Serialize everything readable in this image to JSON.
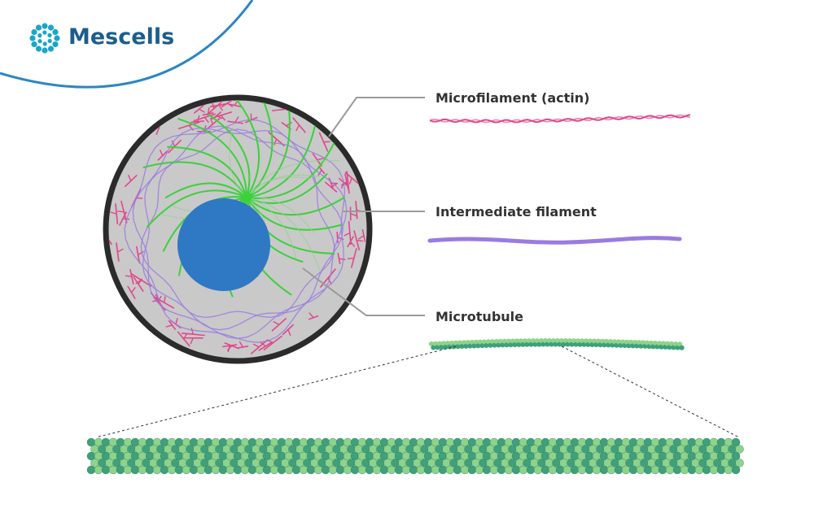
{
  "logo": {
    "name": "Mescells",
    "icon": "cell-cluster-icon",
    "color": "#1b5e8c",
    "icon_color": "#1aa6c8"
  },
  "colors": {
    "swoosh": "#2a86c4",
    "cell_outline": "#2b2b2b",
    "cytoplasm": "#c9c9c9",
    "nucleus": "#2f78c4",
    "microfilament": "#e0478a",
    "intermediate_filament": "#9a7be0",
    "microtubule": "#3bd13b",
    "microtubule_light": "#8ed38a",
    "microtubule_dark": "#3fa07a",
    "leader": "#9a9a9a"
  },
  "labels": {
    "microfilament": "Microfilament (actin)",
    "intermediate": "Intermediate filament",
    "microtubule": "Microtubule"
  }
}
